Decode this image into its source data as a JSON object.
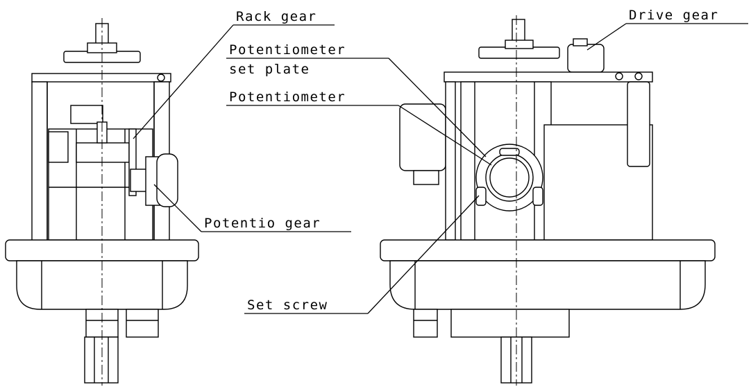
{
  "labels": {
    "rack_gear": "Rack gear",
    "drive_gear": "Drive gear",
    "potentiometer_set_plate_line1": "Potentiometer",
    "potentiometer_set_plate_line2": "set plate",
    "potentiometer": "Potentiometer",
    "potentio_gear": "Potentio gear",
    "set_screw": "Set screw"
  }
}
